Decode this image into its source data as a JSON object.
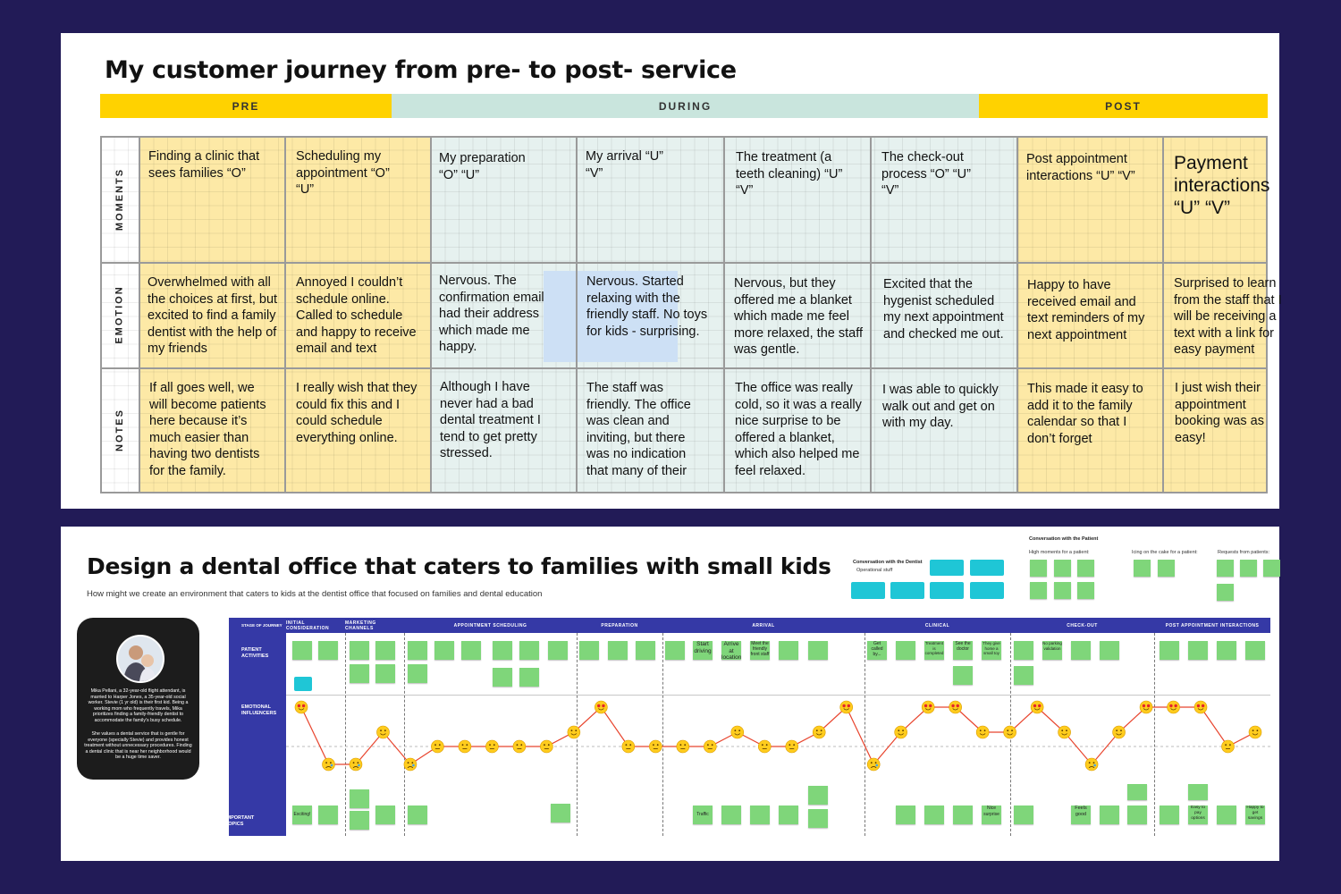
{
  "journey": {
    "title": "My customer journey from pre- to post- service",
    "phases": [
      "PRE",
      "DURING",
      "POST"
    ],
    "row_labels": [
      "MOMENTS",
      "EMOTION",
      "NOTES"
    ],
    "moments": [
      "Finding a clinic that sees families “O”",
      "Scheduling my appointment “O” “U”",
      "My preparation “O” “U”",
      "My arrival “U” “V”",
      "The treatment (a teeth cleaning) “U” “V”",
      "The check-out process “O” “U” “V”",
      "Post appointment interactions “U” “V”",
      "Payment interactions “U” “V”"
    ],
    "emotions": [
      "Overwhelmed with all the choices at first, but excited to find a family dentist with the help of my friends",
      "Annoyed I couldn’t schedule online. Called  to schedule and happy to receive email and text",
      "Nervous. The confirmation email had their address which made me happy.",
      "Nervous. Started relaxing with the friendly staff. No toys for kids - surprising.",
      "Nervous, but they offered me a blanket which made me feel more relaxed, the staff was gentle.",
      "Excited that the hygenist scheduled my next appointment and checked me out.",
      "Happy to have received email and text reminders of my next appointment",
      "Surprised to learn from the staff that I will be receiving  a text with a link for easy payment"
    ],
    "notes": [
      "If all goes well, we will become patients here because it’s much easier than having two dentists for the family.",
      "I really wish that they could fix this and I could schedule everything online.",
      "Although I have never had a bad dental treatment I tend to get pretty stressed.",
      "The staff was friendly. The office was clean and inviting, but there was no indication that many of their",
      "The office was really cold, so it was a really nice surprise to be offered a blanket, which also helped me feel relaxed.",
      "I was able to quickly walk out and get on with my day.",
      "This made it easy to add it to the family calendar so that I don’t forget",
      "I just wish their appointment booking was as easy!"
    ],
    "colors": {
      "pre_post": "#fde9a6",
      "during": "#e6f1ef",
      "pre_post_bar": "#ffd200",
      "during_bar": "#c9e5dd"
    }
  },
  "design": {
    "title": "Design a dental office that caters to families with small kids",
    "subtitle": "How might we create an environment that caters to kids at the dentist office that focused on families and dental education",
    "persona_text": "Mika Pellani, a 32-year-old flight attendant, is married to Harper Jones, a 35-year-old social worker. Stevie (1 yr old) is their first kid. Being a working mom who frequently travels, Mika prioritizes finding a family-friendly dentist to accommodate the family's busy schedule.",
    "persona_text2": "She values a dental service that is gentle for everyone (specially Stevie) and provides honest treatment without unnecessary procedures. Finding a dental clinic that is near her neighborhood would be a huge time saver.",
    "dentist_convo_title": "Conversation with the Dentist",
    "dentist_convo_sub": "Operational stuff",
    "patient_convo_title": "Conversation with the Patient",
    "patient_labels": [
      "High moments for a patient:",
      "Icing on the cake for a patient:",
      "Requests from patients:"
    ],
    "sidebar": [
      "STAGE OF JOURNEY",
      "PATIENT ACTIVITIES",
      "EMOTIONAL INFLUENCERS",
      "IMPORTANT TOPICS"
    ],
    "stages": [
      "INITIAL CONSIDERATION",
      "MARKETING CHANNELS",
      "APPOINTMENT SCHEDULING",
      "PREPARATION",
      "ARRIVAL",
      "CLINICAL",
      "CHECK-OUT",
      "POST APPOINTMENT INTERACTIONS"
    ],
    "activity_notes": [
      "Start driving",
      "Arrive at location",
      "Meet the friendly front staff",
      "Get called by...",
      "See the doctor",
      "They give home a small toy",
      "Treatment is completed",
      "No parking validation"
    ],
    "topic_notes": [
      "Exciting!",
      "Traffic",
      "Nice surprise",
      "Feels good",
      "Easy to pay options",
      "Happy to get savings"
    ],
    "emotion_points": [
      3,
      0,
      0,
      2,
      0,
      1,
      1,
      1,
      1,
      1,
      2,
      3,
      1,
      1,
      1,
      1,
      2,
      1,
      1,
      2,
      3,
      0,
      2,
      3,
      3,
      2,
      2,
      3,
      2,
      0,
      2,
      3,
      3,
      3,
      1,
      2
    ]
  }
}
